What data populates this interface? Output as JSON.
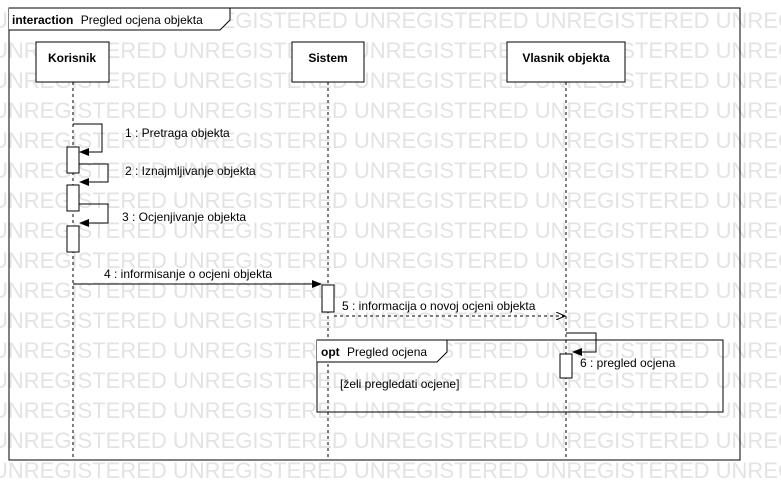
{
  "frame": {
    "keyword": "interaction",
    "title": "Pregled ocjena objekta"
  },
  "watermark": "UNREGISTERED UNREGISTERED UNREGISTERED UNREGISTERED UNREGISTERED",
  "lifelines": [
    {
      "name": "Korisnik"
    },
    {
      "name": "Sistem"
    },
    {
      "name": "Vlasnik objekta"
    }
  ],
  "messages": [
    {
      "label": "1 : Pretraga objekta"
    },
    {
      "label": "2 : Iznajmljivanje objekta"
    },
    {
      "label": "3 : Ocjenjivanje objekta"
    },
    {
      "label": "4 : informisanje o ocjeni objekta"
    },
    {
      "label": "5 : informacija o novoj ocjeni objekta"
    },
    {
      "label": "6 : pregled ocjena"
    }
  ],
  "fragment": {
    "operator": "opt",
    "name": "Pregled ocjena",
    "guard": "[želi pregledati ocjene]"
  },
  "colors": {
    "line": "#000000",
    "watermark": "#e3e3e3",
    "activation": "#ffffff",
    "box": "#ffffff"
  }
}
